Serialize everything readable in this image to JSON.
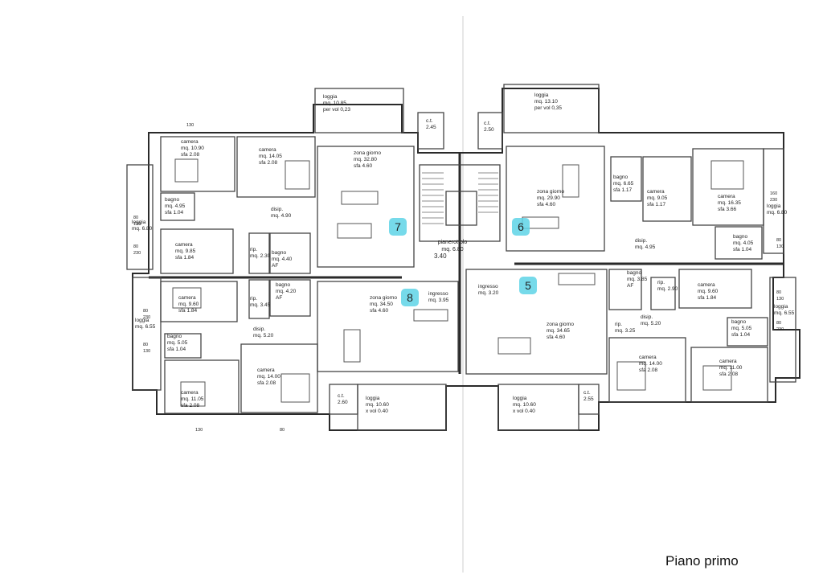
{
  "caption": "Piano primo",
  "units": [
    {
      "number": "7",
      "color": "#5ed3e6"
    },
    {
      "number": "6",
      "color": "#5ed3e6"
    },
    {
      "number": "8",
      "color": "#5ed3e6"
    },
    {
      "number": "5",
      "color": "#5ed3e6"
    }
  ],
  "stair": {
    "title": "pianerottolo",
    "area": "mq. 6.80",
    "level": "3.40"
  },
  "rooms": [
    {
      "id": "loggia-top-left",
      "lines": [
        "loggia",
        "mq. 10.85",
        "per vol 0,23"
      ]
    },
    {
      "id": "loggia-top-right",
      "lines": [
        "loggia",
        "mq. 13.10",
        "per vol 0,35"
      ]
    },
    {
      "id": "ct-top-left",
      "lines": [
        "c.t.",
        "2.45"
      ]
    },
    {
      "id": "ct-top-right",
      "lines": [
        "c.t.",
        "2.50"
      ]
    },
    {
      "id": "camera-1",
      "lines": [
        "camera",
        "mq. 10.90",
        "sfa 2.08"
      ]
    },
    {
      "id": "camera-2",
      "lines": [
        "camera",
        "mq. 14.05",
        "sfa 2.08"
      ]
    },
    {
      "id": "zona-giorno-7",
      "lines": [
        "zona giorno",
        "mq. 32.80",
        "sfa 4.60"
      ]
    },
    {
      "id": "bagno-1",
      "lines": [
        "bagno",
        "mq. 4.95",
        "sfa 1.04"
      ]
    },
    {
      "id": "disimpegno-7",
      "lines": [
        "disip.",
        "mq. 4.90"
      ]
    },
    {
      "id": "loggia-left-1",
      "lines": [
        "loggia",
        "mq. 6.80"
      ]
    },
    {
      "id": "camera-3",
      "lines": [
        "camera",
        "mq. 9.85",
        "sfa 1.84"
      ]
    },
    {
      "id": "rip-1",
      "lines": [
        "rip.",
        "mq. 2.30"
      ]
    },
    {
      "id": "bagno-2",
      "lines": [
        "bagno",
        "mq. 4.40",
        "AF"
      ]
    },
    {
      "id": "zona-giorno-6",
      "lines": [
        "zona giorno",
        "mq. 29.90",
        "sfa 4.60"
      ]
    },
    {
      "id": "bagno-3",
      "lines": [
        "bagno",
        "mq. 6.65",
        "sfa 1.17"
      ]
    },
    {
      "id": "camera-4",
      "lines": [
        "camera",
        "mq. 9.05",
        "sfa 1.17"
      ]
    },
    {
      "id": "camera-5",
      "lines": [
        "camera",
        "mq. 16.35",
        "sfa 3.66"
      ]
    },
    {
      "id": "loggia-right-1",
      "lines": [
        "loggia",
        "mq. 6.80"
      ]
    },
    {
      "id": "disimpegno-6",
      "lines": [
        "disip.",
        "mq. 4.95"
      ]
    },
    {
      "id": "bagno-4",
      "lines": [
        "bagno",
        "mq. 4.05",
        "sfa 1.04"
      ]
    },
    {
      "id": "camera-6",
      "lines": [
        "camera",
        "mq. 9.60",
        "sfa 1.84"
      ]
    },
    {
      "id": "bagno-5",
      "lines": [
        "bagno",
        "mq. 4.20",
        "AF"
      ]
    },
    {
      "id": "rip-2",
      "lines": [
        "rip.",
        "mq. 3.45"
      ]
    },
    {
      "id": "zona-giorno-8",
      "lines": [
        "zona giorno",
        "mq. 34.50",
        "sfa 4.60"
      ]
    },
    {
      "id": "ingresso-8",
      "lines": [
        "ingresso",
        "mq. 3.95"
      ]
    },
    {
      "id": "ingresso-5",
      "lines": [
        "ingresso",
        "mq. 3.20"
      ]
    },
    {
      "id": "loggia-left-2",
      "lines": [
        "loggia",
        "mq. 6.55"
      ]
    },
    {
      "id": "bagno-6",
      "lines": [
        "bagno",
        "mq. 5.05",
        "sfa 1.04"
      ]
    },
    {
      "id": "disimpegno-8",
      "lines": [
        "disip.",
        "mq. 5.20"
      ]
    },
    {
      "id": "camera-7",
      "lines": [
        "camera",
        "mq. 14.00",
        "sfa 2.08"
      ]
    },
    {
      "id": "camera-8",
      "lines": [
        "camera",
        "mq. 11.05",
        "sfa 2.08"
      ]
    },
    {
      "id": "ct-bottom-left",
      "lines": [
        "c.t.",
        "2.60"
      ]
    },
    {
      "id": "loggia-bottom-left",
      "lines": [
        "loggia",
        "mq. 10.60",
        "x vol 0.40"
      ]
    },
    {
      "id": "loggia-bottom-right",
      "lines": [
        "loggia",
        "mq. 10.60",
        "x vol 0.40"
      ]
    },
    {
      "id": "ct-bottom-right",
      "lines": [
        "c.t.",
        "2.55"
      ]
    },
    {
      "id": "zona-giorno-5",
      "lines": [
        "zona giorno",
        "mq. 34.65",
        "sfa 4.60"
      ]
    },
    {
      "id": "bagno-7",
      "lines": [
        "bagno",
        "mq. 3.85",
        "AF"
      ]
    },
    {
      "id": "rip-3",
      "lines": [
        "rip.",
        "mq. 2.90"
      ]
    },
    {
      "id": "camera-9",
      "lines": [
        "camera",
        "mq. 9.60",
        "sfa 1.84"
      ]
    },
    {
      "id": "rip-4",
      "lines": [
        "rip.",
        "mq. 3.25"
      ]
    },
    {
      "id": "disimpegno-5",
      "lines": [
        "disip.",
        "mq. 5.20"
      ]
    },
    {
      "id": "loggia-right-2",
      "lines": [
        "loggia",
        "mq. 6.55"
      ]
    },
    {
      "id": "bagno-8",
      "lines": [
        "bagno",
        "mq. 5.05",
        "sfa 1.04"
      ]
    },
    {
      "id": "camera-10",
      "lines": [
        "camera",
        "mq. 14.00",
        "sfa 2.08"
      ]
    },
    {
      "id": "camera-11",
      "lines": [
        "camera",
        "mq. 11.00",
        "sfa 2.08"
      ]
    }
  ],
  "dimensions": [
    "130",
    "80",
    "130",
    "80",
    "230",
    "80",
    "230",
    "80",
    "130",
    "160",
    "230",
    "80",
    "130",
    "80",
    "130",
    "80",
    "230",
    "80",
    "130"
  ]
}
